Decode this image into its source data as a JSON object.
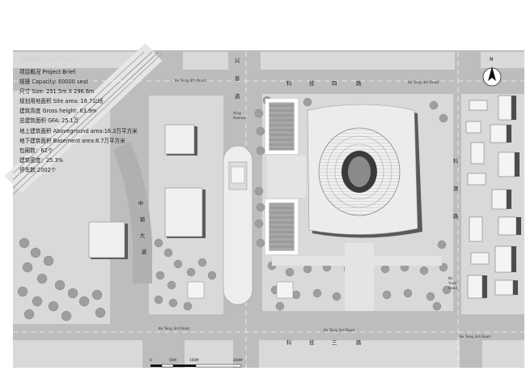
{
  "brief": {
    "title": "项目概况 Project Brief:",
    "lines": [
      "项目概况 Project Brief:",
      "规模 Capacity: 60000 seat",
      "尺寸 Size: 251.5m X 296.6m",
      "规划用地面积 Site area: 18.7公顷",
      "建筑高度 Gross height: 63.9m",
      "总建筑面积 GFA: 25.1万",
      "地上建筑面积 Aboveground area:16.3万平方米",
      "地下建筑面积 Basement area:8.7万平方米",
      "包厢数：62个",
      "建筑密度：25.3%",
      "停车数:2002个"
    ]
  },
  "roads": {
    "north_en": "Ke Teng 4th Road",
    "north_en_east": "Ke Teng 4th Road",
    "north_cn": [
      "科",
      "技",
      "四",
      "路"
    ],
    "south_en": "Ke Teng 3rd Road",
    "south_en_mid": "Ke Teng 3rd Road",
    "south_en_east": "Ke Teng 3rd Road",
    "south_cn": [
      "科",
      "技",
      "三",
      "路"
    ],
    "xing_cn": [
      "兴",
      "普",
      "道"
    ],
    "xing_en": [
      "Xing",
      "Avenue"
    ],
    "east_cn": [
      "科",
      "源",
      "路"
    ],
    "east_en": [
      "Ke",
      "Yuan",
      "Road"
    ],
    "west_cn": [
      "中",
      "锁",
      "大",
      "道"
    ]
  },
  "north_label": "N",
  "scale_labels": [
    "0",
    "50M",
    "100M",
    "200M"
  ],
  "colors": {
    "block": "#d9d9d9",
    "road": "#bdbdbd",
    "tree": "#9e9e9e",
    "building": "#f2f2f2",
    "field": "#9a9a9a",
    "shadow": "#555555"
  }
}
